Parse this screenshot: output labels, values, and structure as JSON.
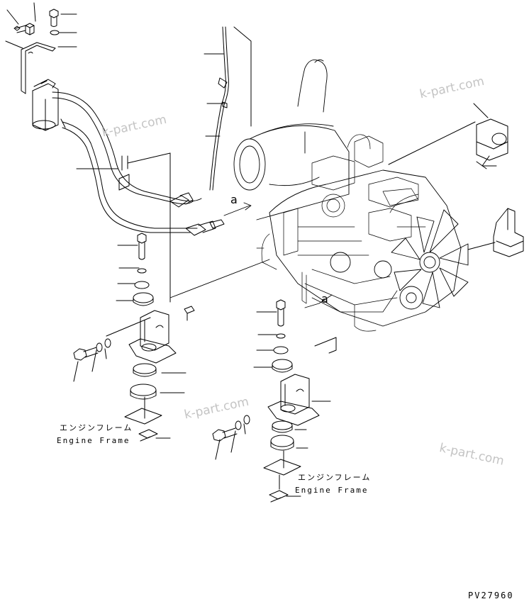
{
  "labels": {
    "frame_jp": "エンジンフレーム",
    "frame_en": "Engine Frame",
    "ref_a": "a",
    "drawing_code": "PV27960"
  },
  "watermark": "k-part.com",
  "colors": {
    "line": "#000000",
    "watermark": "#c4c4c4"
  }
}
